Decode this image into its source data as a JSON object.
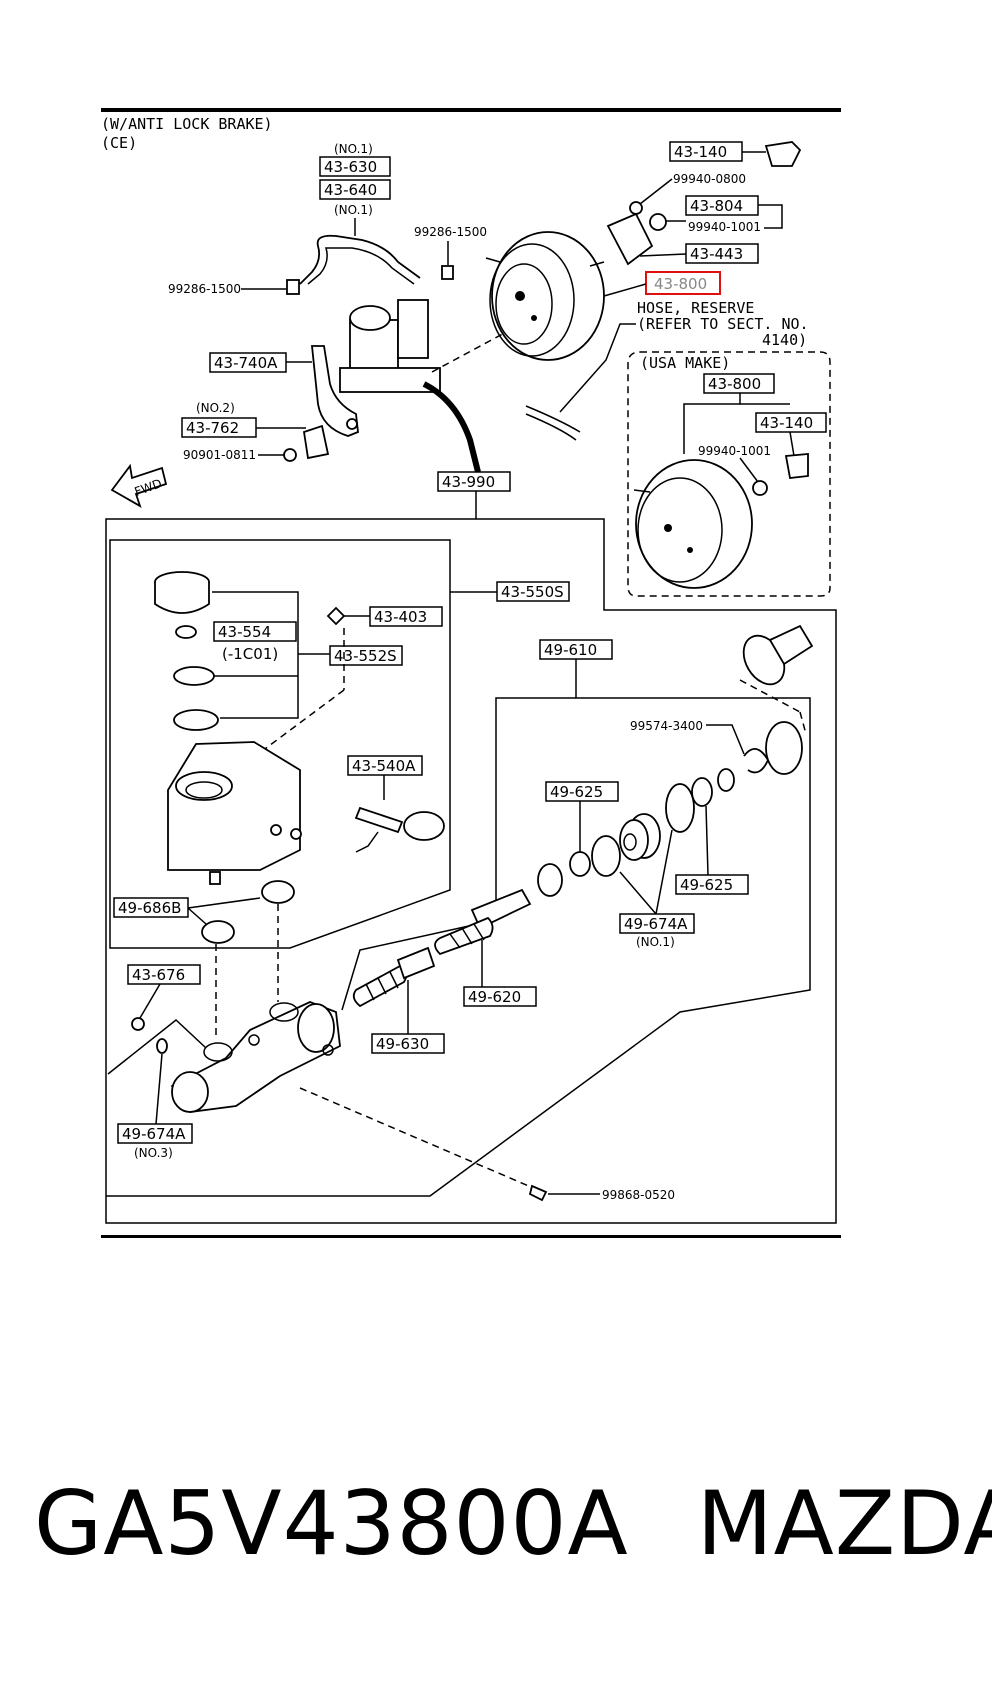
{
  "header": {
    "line1": "(W/ANTI LOCK BRAKE)",
    "line2": "(CE)"
  },
  "callouts": {
    "c43_630": "43-630",
    "c43_640": "43-640",
    "no1_a": "(NO.1)",
    "no1_b": "(NO.1)",
    "c99286_a": "99286-1500",
    "c99286_b": "99286-1500",
    "c43_740A": "43-740A",
    "no2": "(NO.2)",
    "c43_762": "43-762",
    "c90901": "90901-0811",
    "fwd": "FWD",
    "c43_140_top": "43-140",
    "c99940_0800": "99940-0800",
    "c43_804": "43-804",
    "c99940_1001_top": "99940-1001",
    "c43_443": "43-443",
    "c43_800_top": "43-800",
    "hose1": "HOSE, RESERVE",
    "hose2": "(REFER TO SECT. NO.",
    "hose3": "4140)",
    "usa": "(USA MAKE)",
    "c43_800_usa": "43-800",
    "c43_140_usa": "43-140",
    "c99940_1001_usa": "99940-1001",
    "c43_990": "43-990",
    "c43_550S": "43-550S",
    "c43_403": "43-403",
    "c43_554": "43-554",
    "c1C01": "(-1C01)",
    "c43_552S": "43-552S",
    "c43_540A": "43-540A",
    "c49_686B": "49-686B",
    "c49_610": "49-610",
    "c99574": "99574-3400",
    "c49_625_a": "49-625",
    "c49_625_b": "49-625",
    "c49_674A_a": "49-674A",
    "no1_c": "(NO.1)",
    "c49_620": "49-620",
    "c49_630": "49-630",
    "c43_676": "43-676",
    "c49_674A_b": "49-674A",
    "no3": "(NO.3)",
    "c99868": "99868-0520"
  },
  "highlight_color": "#e01010",
  "footer": {
    "part_number": "GA5V43800A",
    "brand": "MAZDA"
  }
}
